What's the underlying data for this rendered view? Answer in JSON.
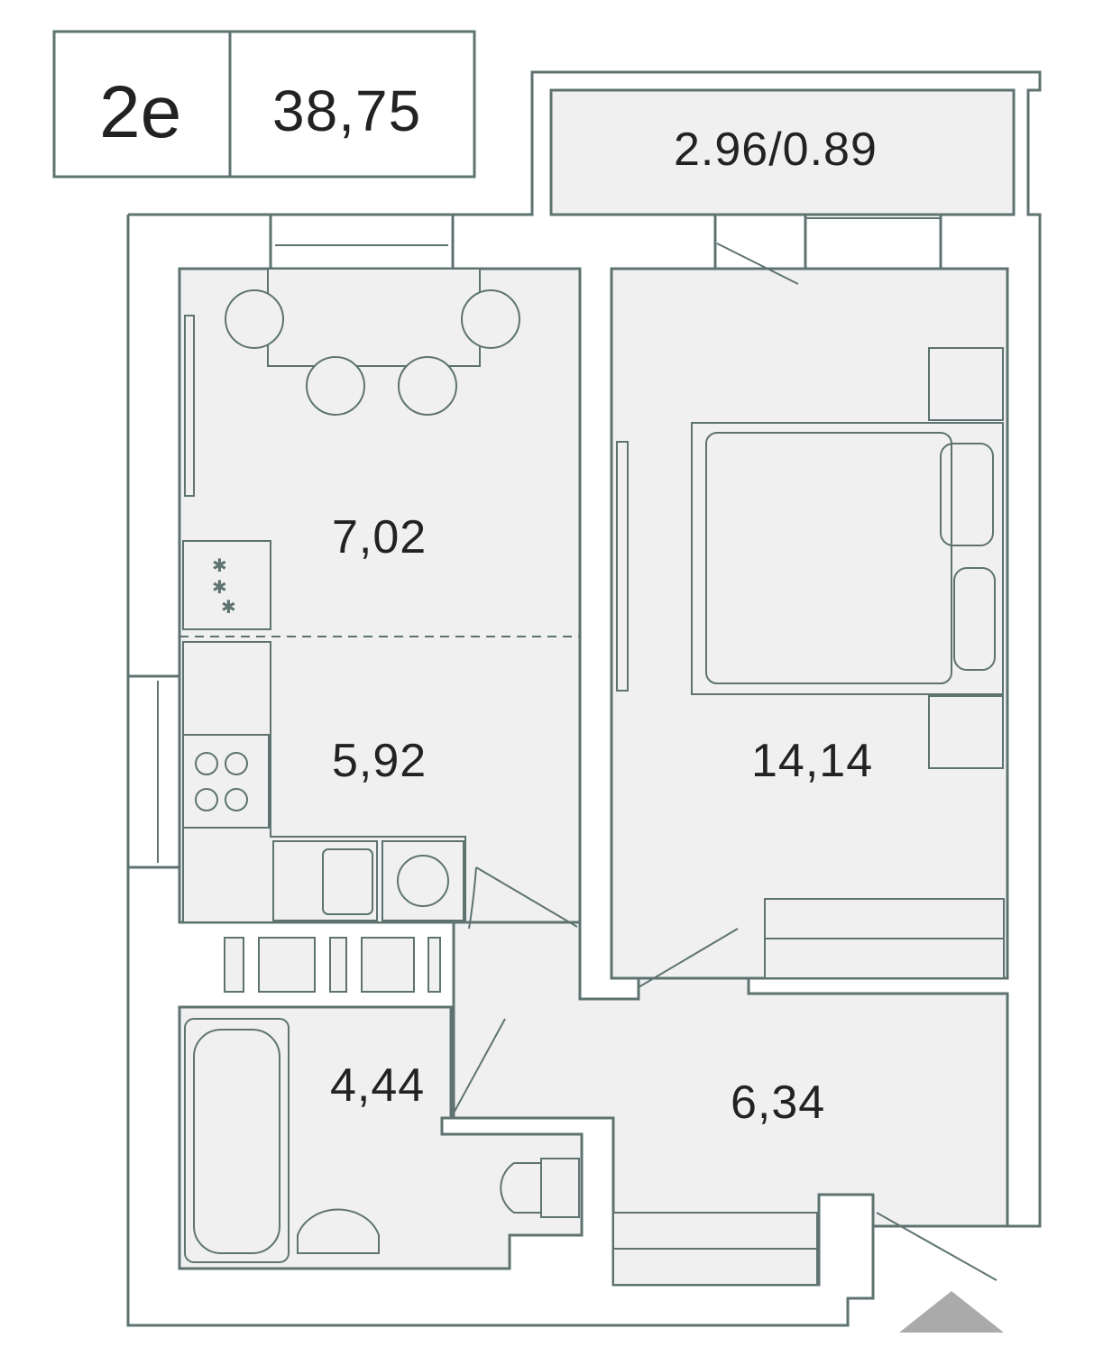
{
  "header": {
    "type": "2е",
    "total_area": "38,75"
  },
  "rooms": {
    "balcony": "2.96/0.89",
    "dining": "7,02",
    "kitchen": "5,92",
    "bedroom": "14,14",
    "bathroom": "4,44",
    "hallway": "6,34"
  },
  "colors": {
    "wall": "#5e7370",
    "floor": "#f0f0f0",
    "entrance": "#aaaaaa"
  }
}
